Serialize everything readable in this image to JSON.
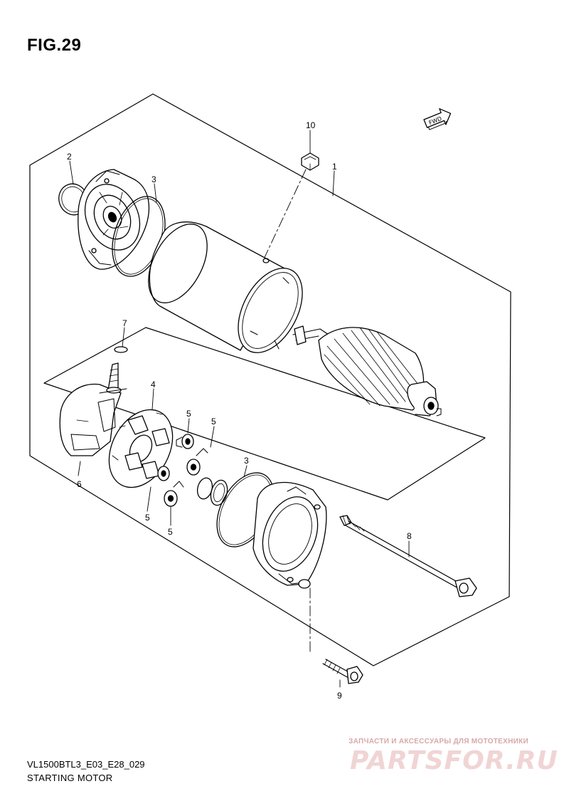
{
  "figure": {
    "label": "FIG.29"
  },
  "direction_marker": {
    "label": "FWD"
  },
  "callouts": [
    {
      "id": "c10",
      "text": "10"
    },
    {
      "id": "c1",
      "text": "1"
    },
    {
      "id": "c2",
      "text": "2"
    },
    {
      "id": "c3a",
      "text": "3"
    },
    {
      "id": "c7",
      "text": "7"
    },
    {
      "id": "c4",
      "text": "4"
    },
    {
      "id": "c5a",
      "text": "5"
    },
    {
      "id": "c5b",
      "text": "5"
    },
    {
      "id": "c5c",
      "text": "5"
    },
    {
      "id": "c5d",
      "text": "5"
    },
    {
      "id": "c3b",
      "text": "3"
    },
    {
      "id": "c6",
      "text": "6"
    },
    {
      "id": "c8",
      "text": "8"
    },
    {
      "id": "c9",
      "text": "9"
    }
  ],
  "footer": {
    "code": "VL1500BTL3_E03_E28_029",
    "title": "STARTING MOTOR"
  },
  "watermark": {
    "tagline": "ЗАПЧАСТИ И АКСЕССУАРЫ ДЛЯ МОТОТЕХНИКИ",
    "logo": "PARTSFOR.RU"
  }
}
